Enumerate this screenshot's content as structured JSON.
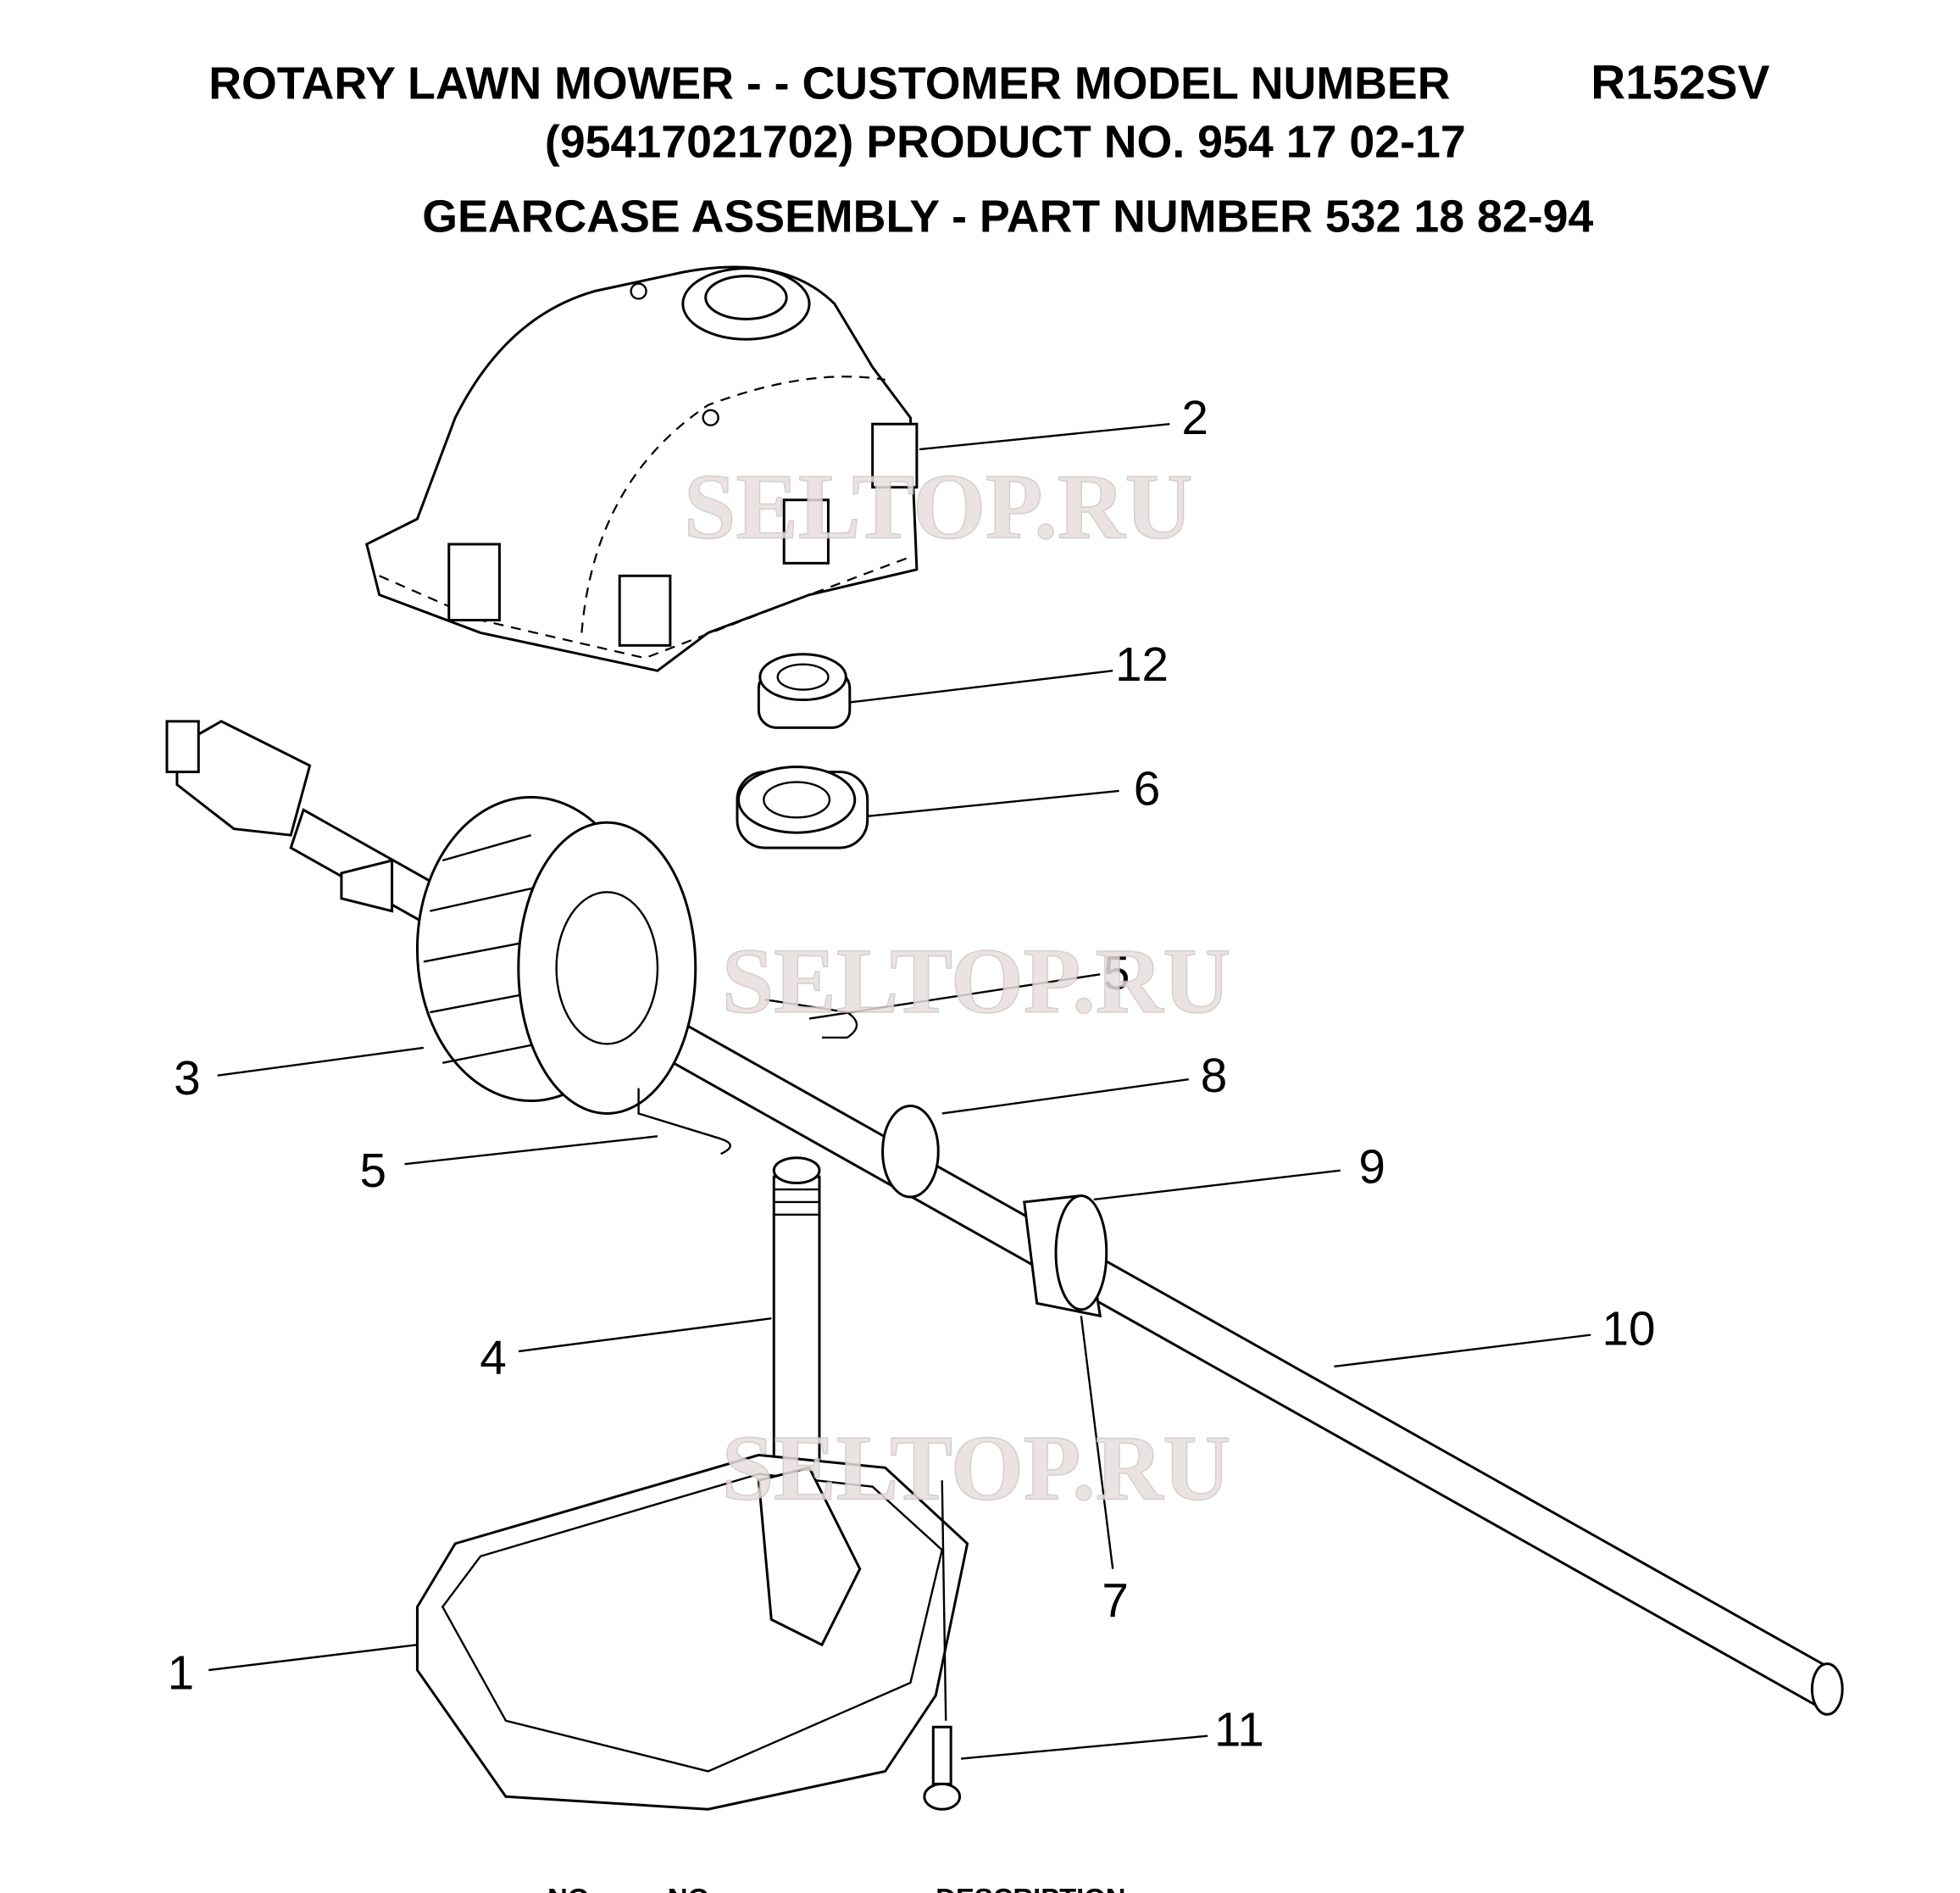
{
  "header": {
    "line1": "ROTARY LAWN MOWER - - CUSTOMER MODEL NUMBER",
    "model": "R152SV",
    "line2": "(95417021702) PRODUCT NO. 954 17 02-17",
    "line3": "GEARCASE ASSEMBLY - PART NUMBER 532 18 82-94"
  },
  "callouts": [
    "1",
    "2",
    "3",
    "4",
    "5",
    "5",
    "6",
    "7",
    "8",
    "9",
    "10",
    "11",
    "12"
  ],
  "watermark": "SELTOP.RU",
  "table_header": {
    "col1": "NO.",
    "col2": "NO.",
    "col3": "DESCRIPTION"
  }
}
